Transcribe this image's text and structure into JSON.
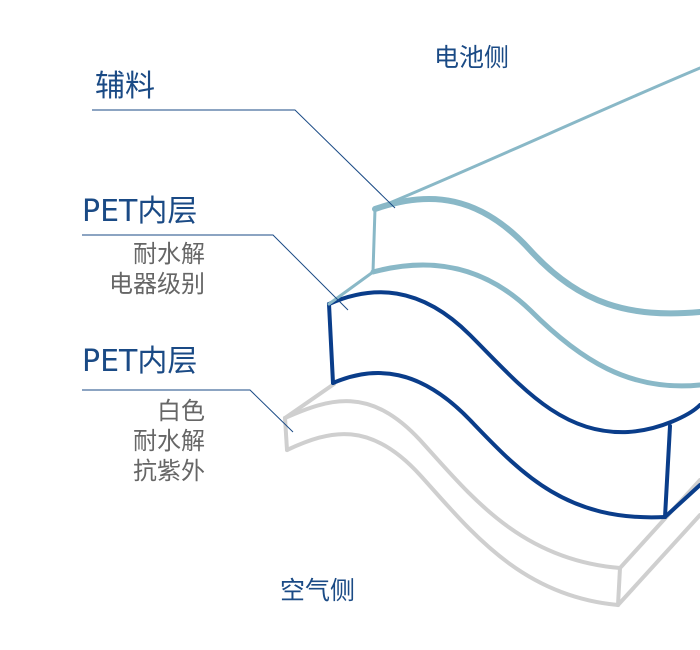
{
  "labels": {
    "battery_side": "电池侧",
    "air_side": "空气侧",
    "auxiliary": "辅料",
    "pet_inner_1": "PET内层",
    "pet_inner_1_props": [
      "耐水解",
      "电器级别"
    ],
    "pet_inner_2": "PET内层",
    "pet_inner_2_props": [
      "白色",
      "耐水解",
      "抗紫外"
    ]
  },
  "colors": {
    "auxiliary_layer": "#89b8c7",
    "pet_inner_layer": "#0a3d8a",
    "outer_layer": "#cfcfcf",
    "leader_line": "#1a4a85",
    "title_text": "#1a4a85",
    "sub_text": "#666666"
  }
}
